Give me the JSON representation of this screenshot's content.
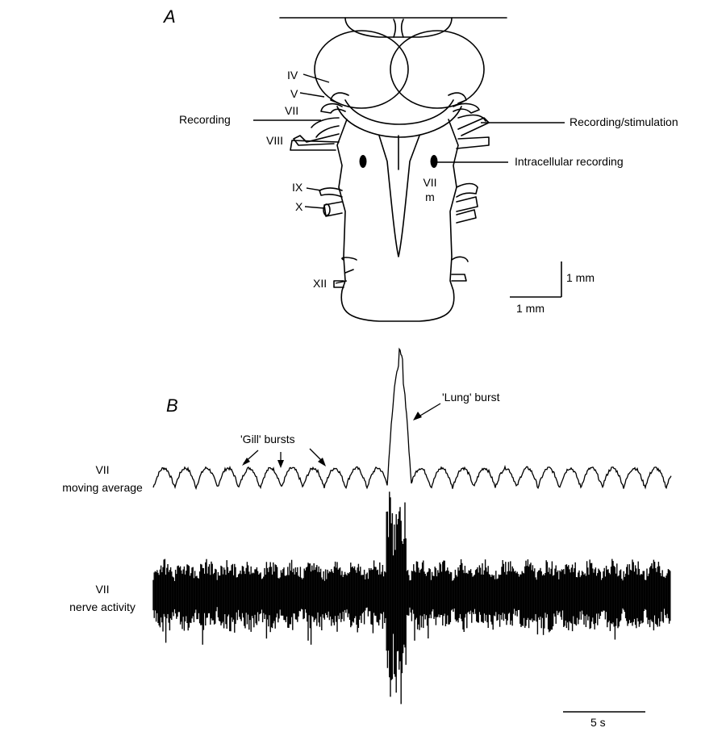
{
  "panels": {
    "a": "A",
    "b": "B"
  },
  "nerves": {
    "iv": "IV",
    "v": "V",
    "vii": "VII",
    "viii": "VIII",
    "ix": "IX",
    "x": "X",
    "xii": "XII",
    "vii_m_line1": "VII",
    "vii_m_line2": "m"
  },
  "callouts": {
    "recording": "Recording",
    "recording_stimulation": "Recording/stimulation",
    "intracellular_recording": "Intracellular recording"
  },
  "scale_a": {
    "vertical": "1 mm",
    "horizontal": "1 mm"
  },
  "traces": {
    "gill_bursts": "'Gill' bursts",
    "lung_burst": "'Lung' burst",
    "moving_avg_line1": "VII",
    "moving_avg_line2": "moving average",
    "nerve_line1": "VII",
    "nerve_line2": "nerve activity"
  },
  "scale_b": {
    "time": "5 s"
  }
}
